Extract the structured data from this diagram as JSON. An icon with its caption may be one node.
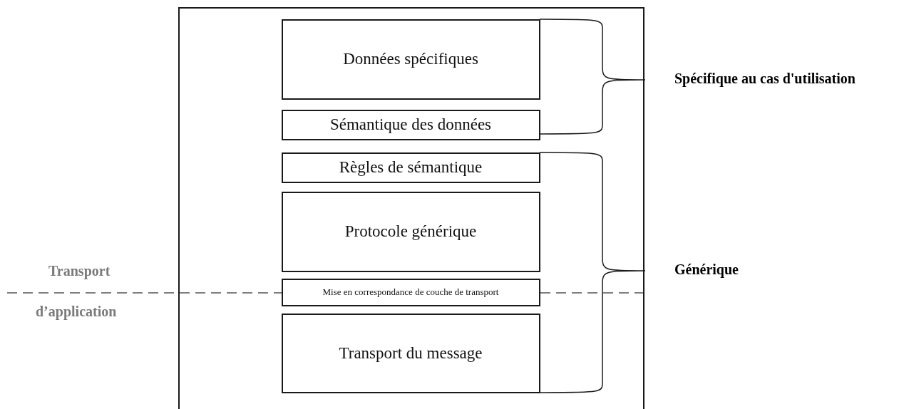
{
  "diagram": {
    "nodes": [
      {
        "text": [],
        "shape": "box"
      },
      {
        "text": [
          "Données spécifiques"
        ],
        "in": 0
      },
      {
        "text": [
          "Sémantique des données"
        ],
        "in": 0
      },
      {
        "text": [
          "Règles de sémantique"
        ],
        "in": 0
      },
      {
        "text": [
          "Protocole générique"
        ],
        "in": 0
      },
      {
        "text": [
          "Mise en correspondance de couche de transport"
        ],
        "in": 0
      },
      {
        "text": [
          "Transport du message"
        ],
        "in": 0
      }
    ],
    "edges": [],
    "labels": [
      "Spécifique au cas d'utilisation",
      "Générique",
      "Transport",
      "d’application"
    ]
  }
}
